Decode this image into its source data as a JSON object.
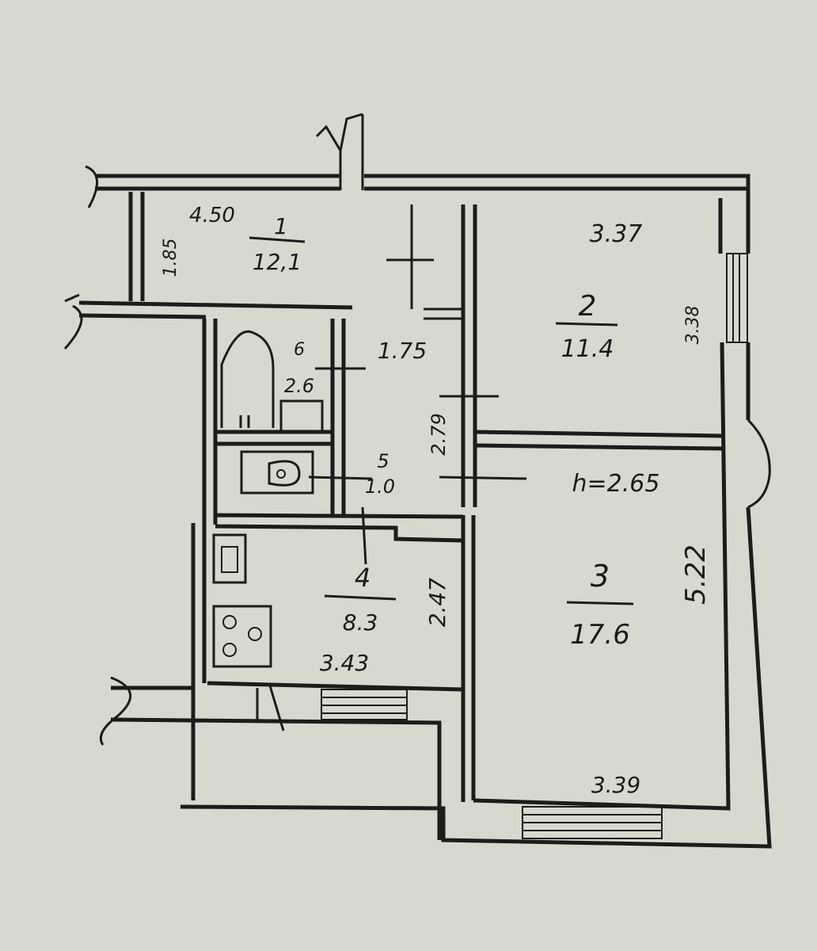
{
  "rooms": [
    {
      "id": "1",
      "area": "12,1"
    },
    {
      "id": "2",
      "area": "11.4"
    },
    {
      "id": "3",
      "area": "17.6"
    },
    {
      "id": "4",
      "area": "8.3"
    },
    {
      "id": "5",
      "area": "1.0"
    },
    {
      "id": "6",
      "area": "2.6"
    }
  ],
  "dimensions": {
    "hall_width": "4.50",
    "hall_depth": "1.85",
    "corridor_width": "1.75",
    "corridor_length": "2.79",
    "room2_width": "3.37",
    "room2_depth": "3.38",
    "room3_length": "5.22",
    "room3_width": "3.39",
    "kitchen_depth": "2.47",
    "kitchen_width": "3.43"
  },
  "ceiling_height": "h=2.65",
  "colors": {
    "paper": "#d9d8cf",
    "ink": "#1c1c1c"
  }
}
